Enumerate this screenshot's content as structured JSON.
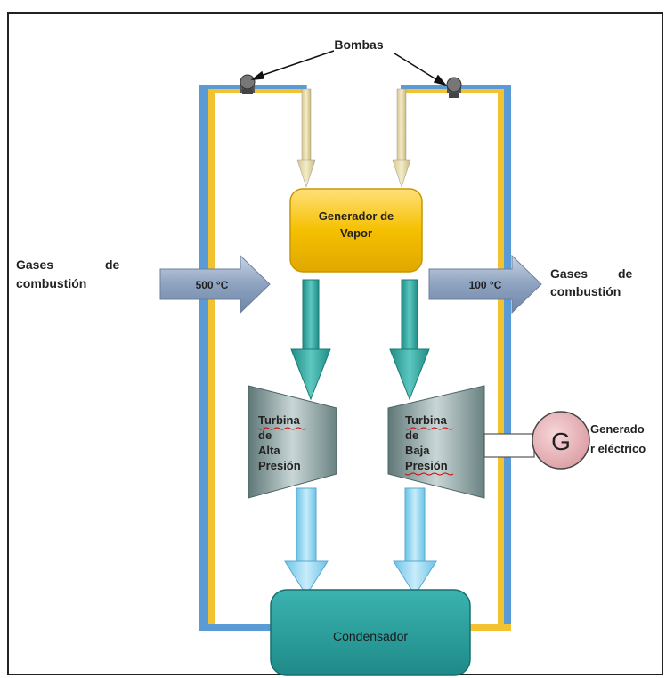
{
  "labels": {
    "pumps": "Bombas",
    "steam_generator_line1": "Generador de",
    "steam_generator_line2": "Vapor",
    "gas_in_word1": "Gases",
    "gas_in_word2": "de",
    "gas_in_word3": "combustión",
    "gas_in_temp": "500 °C",
    "gas_out_word1": "Gases",
    "gas_out_word2": "de",
    "gas_out_word3": "combustión",
    "gas_out_temp": "100 °C",
    "hp_turbine_line1": "Turbina",
    "hp_turbine_line2": "de",
    "hp_turbine_line3": "Alta",
    "hp_turbine_line4": "Presión",
    "lp_turbine_line1": "Turbina",
    "lp_turbine_line2": "de",
    "lp_turbine_line3": "Baja",
    "lp_turbine_line4": "Presión",
    "generator_symbol": "G",
    "generator_label_line1": "Generado",
    "generator_label_line2": "r eléctrico",
    "condenser": "Condensador"
  },
  "colors": {
    "pipe_blue": "#5b9bd5",
    "pipe_yellow": "#f2c230",
    "steam_generator": "#f5c000",
    "condenser": "#2ea6a6",
    "turbine": "#7f9a9a",
    "gas_arrow": "#8ea3c0",
    "generator_fill": "#e7b3b8",
    "teal_arrow": "#38a8a0",
    "light_blue_arrow": "#8fd3ee"
  }
}
